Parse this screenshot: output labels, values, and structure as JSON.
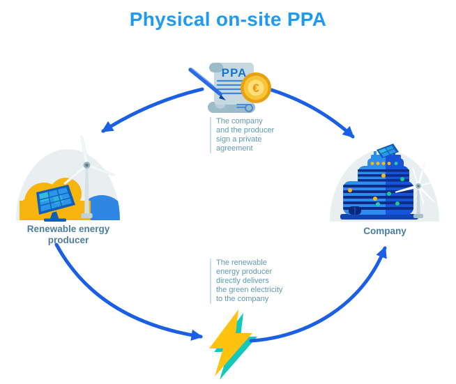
{
  "title": "Physical on-site PPA",
  "agreement": {
    "doc_label": "PPA",
    "currency_symbol": "€",
    "caption": "The company\nand the producer\nsign a private\nagreement"
  },
  "producer": {
    "label": "Renewable energy\nproducer"
  },
  "company": {
    "label": "Company"
  },
  "delivery": {
    "caption": "The renewable\nenergy producer\ndirectly delivers\nthe green electricity\nto the company"
  },
  "icons": {
    "contract": "ppa-contract-scroll",
    "coin": "euro-coin",
    "pen": "pen",
    "producer": "renewable-energy-illustration",
    "company": "company-building-illustration",
    "electricity": "lightning-bolt",
    "arrow": "curved-flow-arrow"
  },
  "colors": {
    "title_blue": "#1e9af0",
    "arrow_blue": "#1a5fe6",
    "label_blue": "#4b7e9e",
    "caption_teal": "#5e99b0",
    "bolt_yellow": "#ffc20e",
    "bolt_teal": "#15c8bc",
    "cloud_yellow": "#f6b40d",
    "hill_blue": "#2f87e3",
    "building_light_blue": "#2b8df0",
    "building_dark_blue": "#1553d8",
    "coin_gold": "#f0a90b",
    "dome_gray": "#e9eef1"
  }
}
